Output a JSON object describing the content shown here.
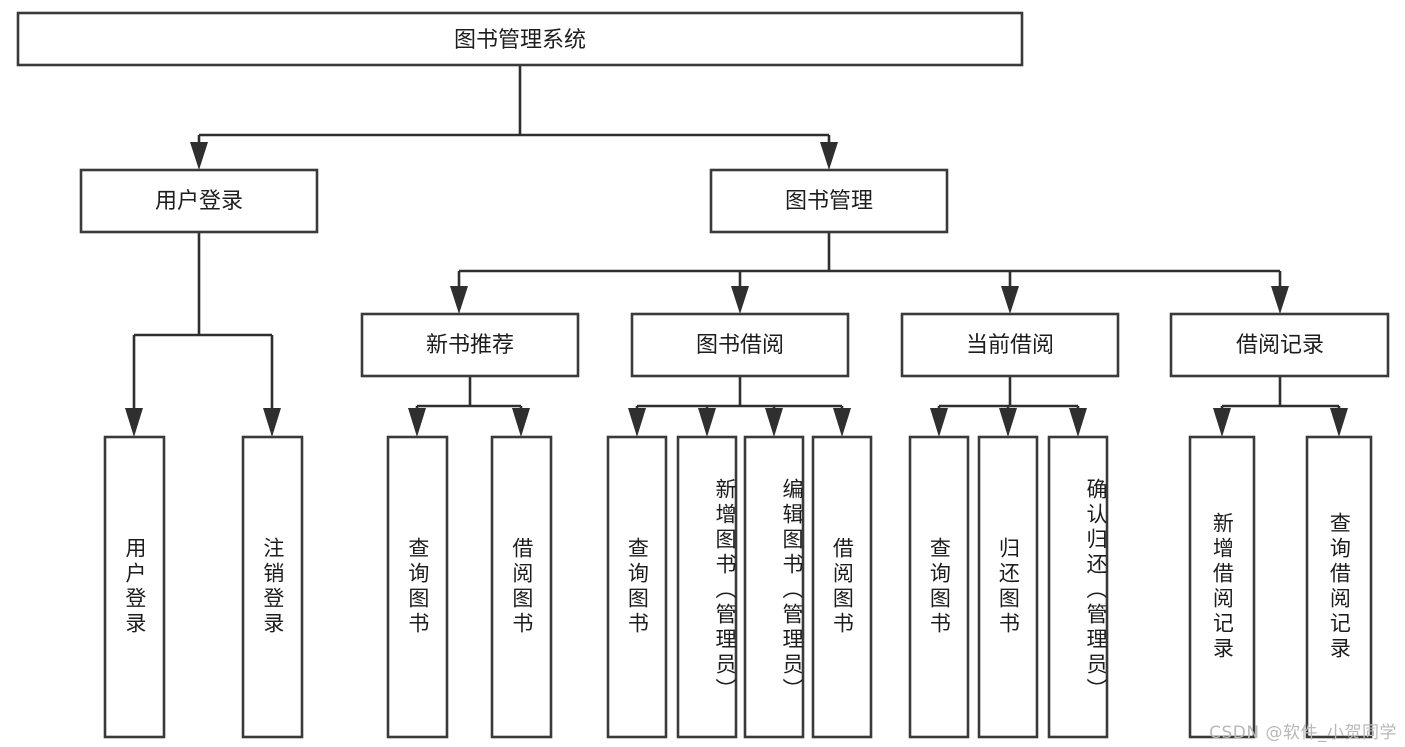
{
  "diagram": {
    "title": "图书管理系统",
    "type": "tree-hierarchy-chart",
    "orientation": "top-down",
    "colors": {
      "box_stroke": "#3a3a3a",
      "connector": "#2f2f2f",
      "box_fill": "#ffffff",
      "text": "#1d1d1d",
      "background": "#ffffff",
      "watermark": "#b9b9b9"
    }
  },
  "root": {
    "label": "图书管理系统"
  },
  "level2": [
    {
      "label": "用户登录"
    },
    {
      "label": "图书管理"
    }
  ],
  "level3": [
    {
      "label": "新书推荐"
    },
    {
      "label": "图书借阅"
    },
    {
      "label": "当前借阅"
    },
    {
      "label": "借阅记录"
    }
  ],
  "leaves": {
    "user_login": [
      {
        "label": "用户登录"
      },
      {
        "label": "注销登录"
      }
    ],
    "new_book_recommend": [
      {
        "label": "查询图书"
      },
      {
        "label": "借阅图书"
      }
    ],
    "book_borrow": [
      {
        "label": "查询图书"
      },
      {
        "label": "新增图书（管理员）"
      },
      {
        "label": "编辑图书（管理员）"
      },
      {
        "label": "借阅图书"
      }
    ],
    "current_borrow": [
      {
        "label": "查询图书"
      },
      {
        "label": "归还图书"
      },
      {
        "label": "确认归还（管理员）"
      }
    ],
    "borrow_record": [
      {
        "label": "新增借阅记录"
      },
      {
        "label": "查询借阅记录"
      }
    ]
  },
  "watermark": {
    "text": "CSDN @软件_小贺同学"
  }
}
